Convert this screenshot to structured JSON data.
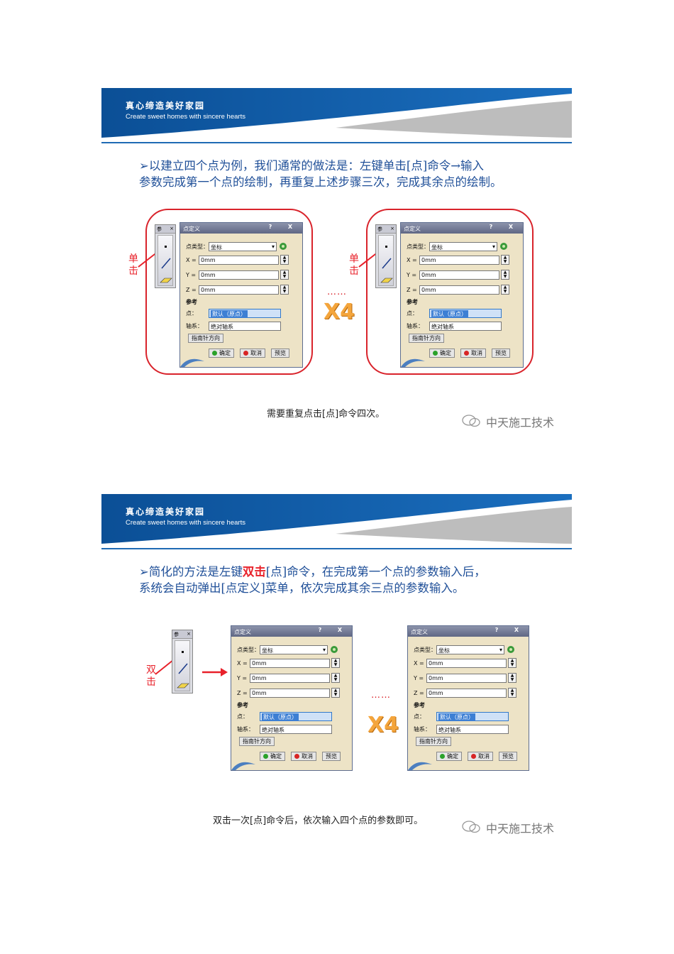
{
  "banner": {
    "title": "真心缔造美好家园",
    "subtitle": "Create sweet homes with sincere hearts"
  },
  "slide1": {
    "text_line1": "以建立四个点为例，我们通常的做法是：左键单击[点]命令→输入",
    "text_line2": "参数完成第一个点的绘制，再重复上述步骤三次，完成其余点的绘制。",
    "click_label": "单击",
    "repeat_dots": "……",
    "repeat_label": "X4",
    "caption": "需要重复点击[点]命令四次。"
  },
  "slide2": {
    "text_line1_pre": "简化的方法是左键",
    "text_line1_red": "双击",
    "text_line1_post": "[点]命令，在完成第一个点的参数输入后，",
    "text_line2": "系统会自动弹出[点定义]菜单，依次完成其余三点的参数输入。",
    "click_label": "双击",
    "repeat_dots": "……",
    "repeat_label": "X4",
    "caption": "双击一次[点]命令后，依次输入四个点的参数即可。"
  },
  "watermark": "中天施工技术",
  "toolbar": {
    "title": "参",
    "close": "×"
  },
  "dialog": {
    "title": "点定义",
    "help": "?",
    "close": "X",
    "type_label": "点类型：",
    "type_value": "坐标",
    "x_label": "X =",
    "y_label": "Y =",
    "z_label": "Z =",
    "x_value": "0mm",
    "y_value": "0mm",
    "z_value": "0mm",
    "ref_label": "参考",
    "point_label": "点：",
    "point_value": "默认（原点）",
    "axis_label": "轴系：",
    "axis_value": "绝对轴系",
    "compass_button": "指南针方向",
    "ok_button": "确定",
    "cancel_button": "取消",
    "preview_button": "预览"
  }
}
